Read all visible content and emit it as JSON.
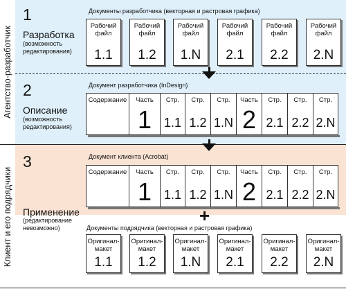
{
  "colors": {
    "blue_band": "#dff0fb",
    "peach_band": "#fbe3d3",
    "white_band": "#ffffff"
  },
  "side_labels": {
    "agency": "Агентство-разработчик",
    "client": "Клиент и его подрядчики"
  },
  "sections": [
    {
      "number": "1",
      "title": "Разработка",
      "subtitle": "(возможность\nредактирования)",
      "caption": "Документы разработчика (векторная и растровая графика)",
      "cards": [
        {
          "label": "Рабочий\nфайл",
          "value": "1.1"
        },
        {
          "label": "Рабочий\nфайл",
          "value": "1.2"
        },
        {
          "label": "Рабочий\nфайл",
          "value": "1.N"
        },
        {
          "label": "Рабочий\nфайл",
          "value": "2.1"
        },
        {
          "label": "Рабочий\nфайл",
          "value": "2.2"
        },
        {
          "label": "Рабочий\nфайл",
          "value": "2.N"
        }
      ]
    },
    {
      "number": "2",
      "title": "Описание",
      "subtitle": "(возможность\nредактирования)",
      "caption": "Документ разработчика (InDesign)",
      "strip": [
        {
          "label": "Содержание",
          "value": ""
        },
        {
          "label": "Часть",
          "value": "1",
          "kind": "huge"
        },
        {
          "label": "Стр.",
          "value": "1.1"
        },
        {
          "label": "Стр.",
          "value": "1.2"
        },
        {
          "label": "Стр.",
          "value": "1.N"
        },
        {
          "label": "Часть",
          "value": "2",
          "kind": "huge"
        },
        {
          "label": "Стр.",
          "value": "2.1"
        },
        {
          "label": "Стр.",
          "value": "2.2"
        },
        {
          "label": "Стр.",
          "value": "2.N"
        }
      ]
    },
    {
      "number": "3",
      "title": "Применение",
      "subtitle": "(редактирование\nневозможно)",
      "caption": "Документ клиента (Acrobat)",
      "caption2": "Документы подрядчика (векторная и растровая графика)",
      "strip": [
        {
          "label": "Содержание",
          "value": ""
        },
        {
          "label": "Часть",
          "value": "1",
          "kind": "huge"
        },
        {
          "label": "Стр.",
          "value": "1.1"
        },
        {
          "label": "Стр.",
          "value": "1.2"
        },
        {
          "label": "Стр.",
          "value": "1.N"
        },
        {
          "label": "Часть",
          "value": "2",
          "kind": "huge"
        },
        {
          "label": "Стр.",
          "value": "2.1"
        },
        {
          "label": "Стр.",
          "value": "2.2"
        },
        {
          "label": "Стр.",
          "value": "2.N"
        }
      ],
      "cards": [
        {
          "label": "Оригинал-\nмакет",
          "value": "1.1"
        },
        {
          "label": "Оригинал-\nмакет",
          "value": "1.2"
        },
        {
          "label": "Оригинал-\nмакет",
          "value": "1.N"
        },
        {
          "label": "Оригинал-\nмакет",
          "value": "2.1"
        },
        {
          "label": "Оригинал-\nмакет",
          "value": "2.2"
        },
        {
          "label": "Оригинал-\nмакет",
          "value": "2.N"
        }
      ]
    }
  ],
  "connectors": {
    "plus": "+"
  }
}
